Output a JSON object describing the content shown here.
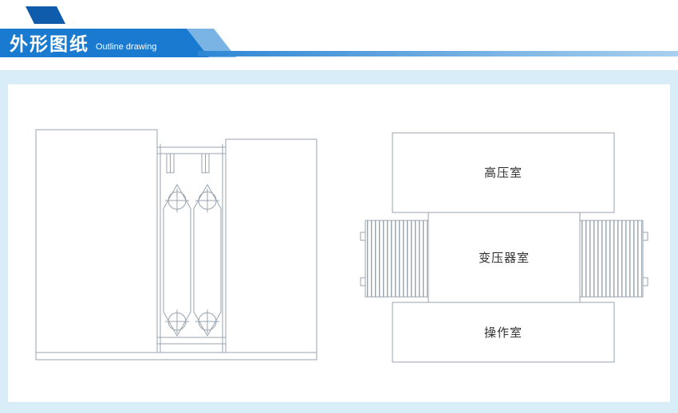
{
  "header": {
    "title": "外形图纸",
    "subtitle": "Outline drawing"
  },
  "plan_view": {
    "rooms": [
      {
        "label": "高压室"
      },
      {
        "label": "变压器室"
      },
      {
        "label": "操作室"
      }
    ]
  },
  "colors": {
    "accent": "#1a7ad0",
    "accent_dark": "#0e5cab",
    "accent_light": "#79b4e5",
    "content_bg": "#d9edf8",
    "drawing_line": "#97a3ae",
    "label_text": "#333333"
  }
}
